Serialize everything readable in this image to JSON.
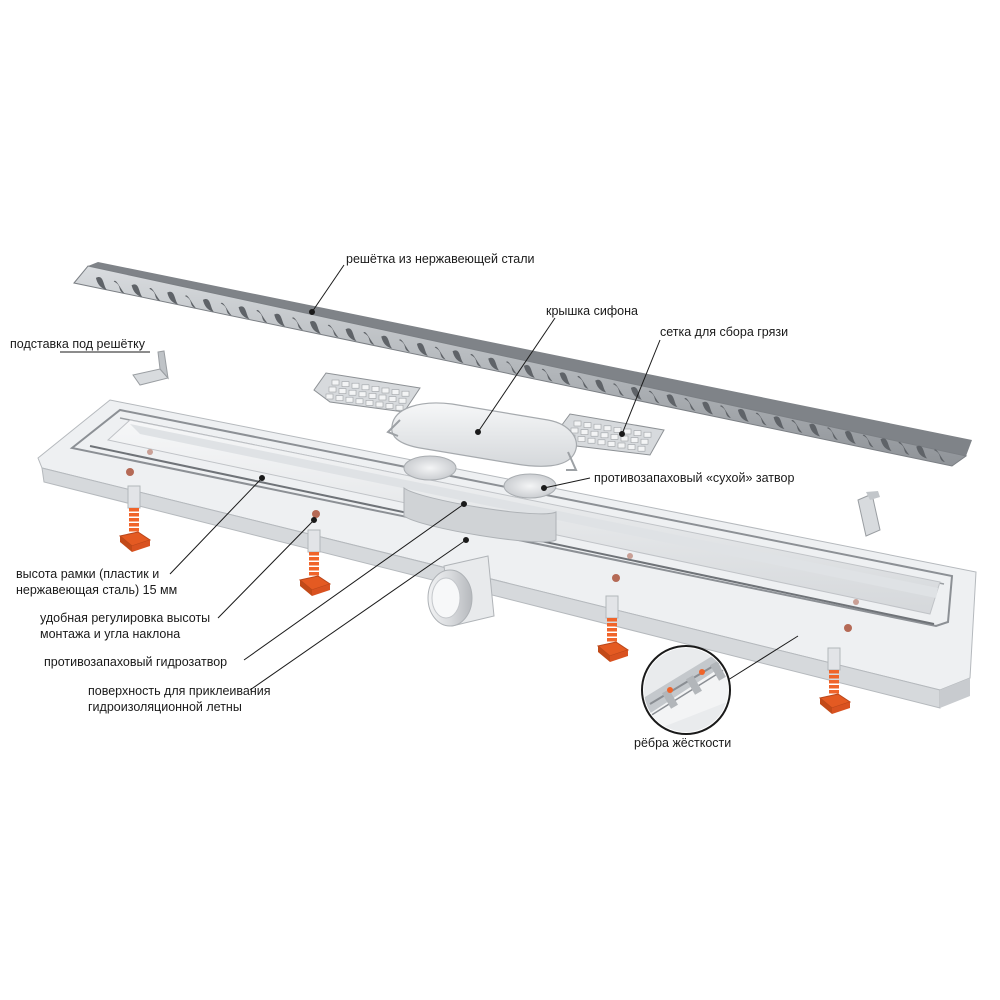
{
  "labels": {
    "grate": "решётка из нержавеющей стали",
    "grate_stand": "подставка под решётку",
    "siphon_cover": "крышка сифона",
    "dirt_mesh": "сетка для сбора грязи",
    "dry_seal": "противозапаховый «сухой» затвор",
    "frame_height_line1": "высота рамки (пластик и",
    "frame_height_line2": "нержавеющая сталь) 15 мм",
    "height_adjust_line1": "удобная регулировка высоты",
    "height_adjust_line2": "монтажа и угла наклона",
    "water_seal": "противозапаховый гидрозатвор",
    "glue_surface_line1": "поверхность для приклеивания",
    "glue_surface_line2": "гидроизоляционной летны",
    "ribs": "рёбра жёсткости"
  },
  "colors": {
    "steel": "#b8bcc0",
    "steel_dark": "#8a8e93",
    "plastic": "#eceef0",
    "plastic_shadow": "#c9ccd0",
    "accent_orange": "#f0642a",
    "leader_line": "#1a1a1a"
  }
}
